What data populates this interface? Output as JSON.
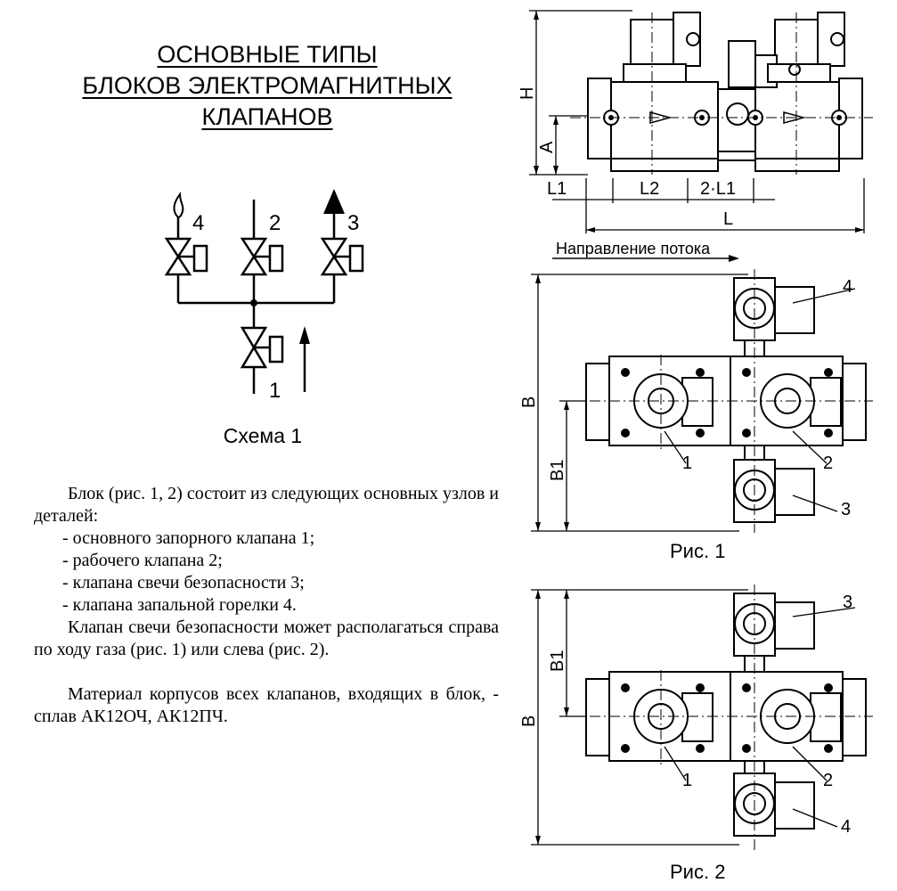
{
  "title": {
    "line1": "ОСНОВНЫЕ ТИПЫ",
    "line2": "БЛОКОВ ЭЛЕКТРОМАГНИТНЫХ",
    "line3": "КЛАПАНОВ"
  },
  "schema": {
    "caption": "Схема 1",
    "labels": {
      "v1": "1",
      "v2": "2",
      "v3": "3",
      "v4": "4"
    }
  },
  "text": {
    "intro": "Блок (рис. 1, 2) состоит из следующих основных узлов и деталей:",
    "items": [
      "- основного запорного клапана 1;",
      "- рабочего клапана 2;",
      "- клапана свечи безопасности 3;",
      "- клапана запальной горелки 4."
    ],
    "placement": "Клапан свечи безопасности может располагаться справа по ходу газа (рис. 1) или слева (рис. 2).",
    "material": "Материал корпусов всех клапанов, входящих в блок, - сплав АК12ОЧ, АК12ПЧ."
  },
  "front_view": {
    "dims": {
      "h": "H",
      "a": "A",
      "l1": "L1",
      "l2": "L2",
      "two_l1": "2·L1",
      "l": "L"
    },
    "flow_label": "Направление потока"
  },
  "fig1": {
    "caption": "Рис. 1",
    "dims": {
      "b": "B",
      "b1": "B1"
    },
    "labels": {
      "n4": "4",
      "n1": "1",
      "n2": "2",
      "n3": "3"
    }
  },
  "fig2": {
    "caption": "Рис. 2",
    "dims": {
      "b": "B",
      "b1": "B1"
    },
    "labels": {
      "n3": "3",
      "n1": "1",
      "n2": "2",
      "n4": "4"
    }
  }
}
